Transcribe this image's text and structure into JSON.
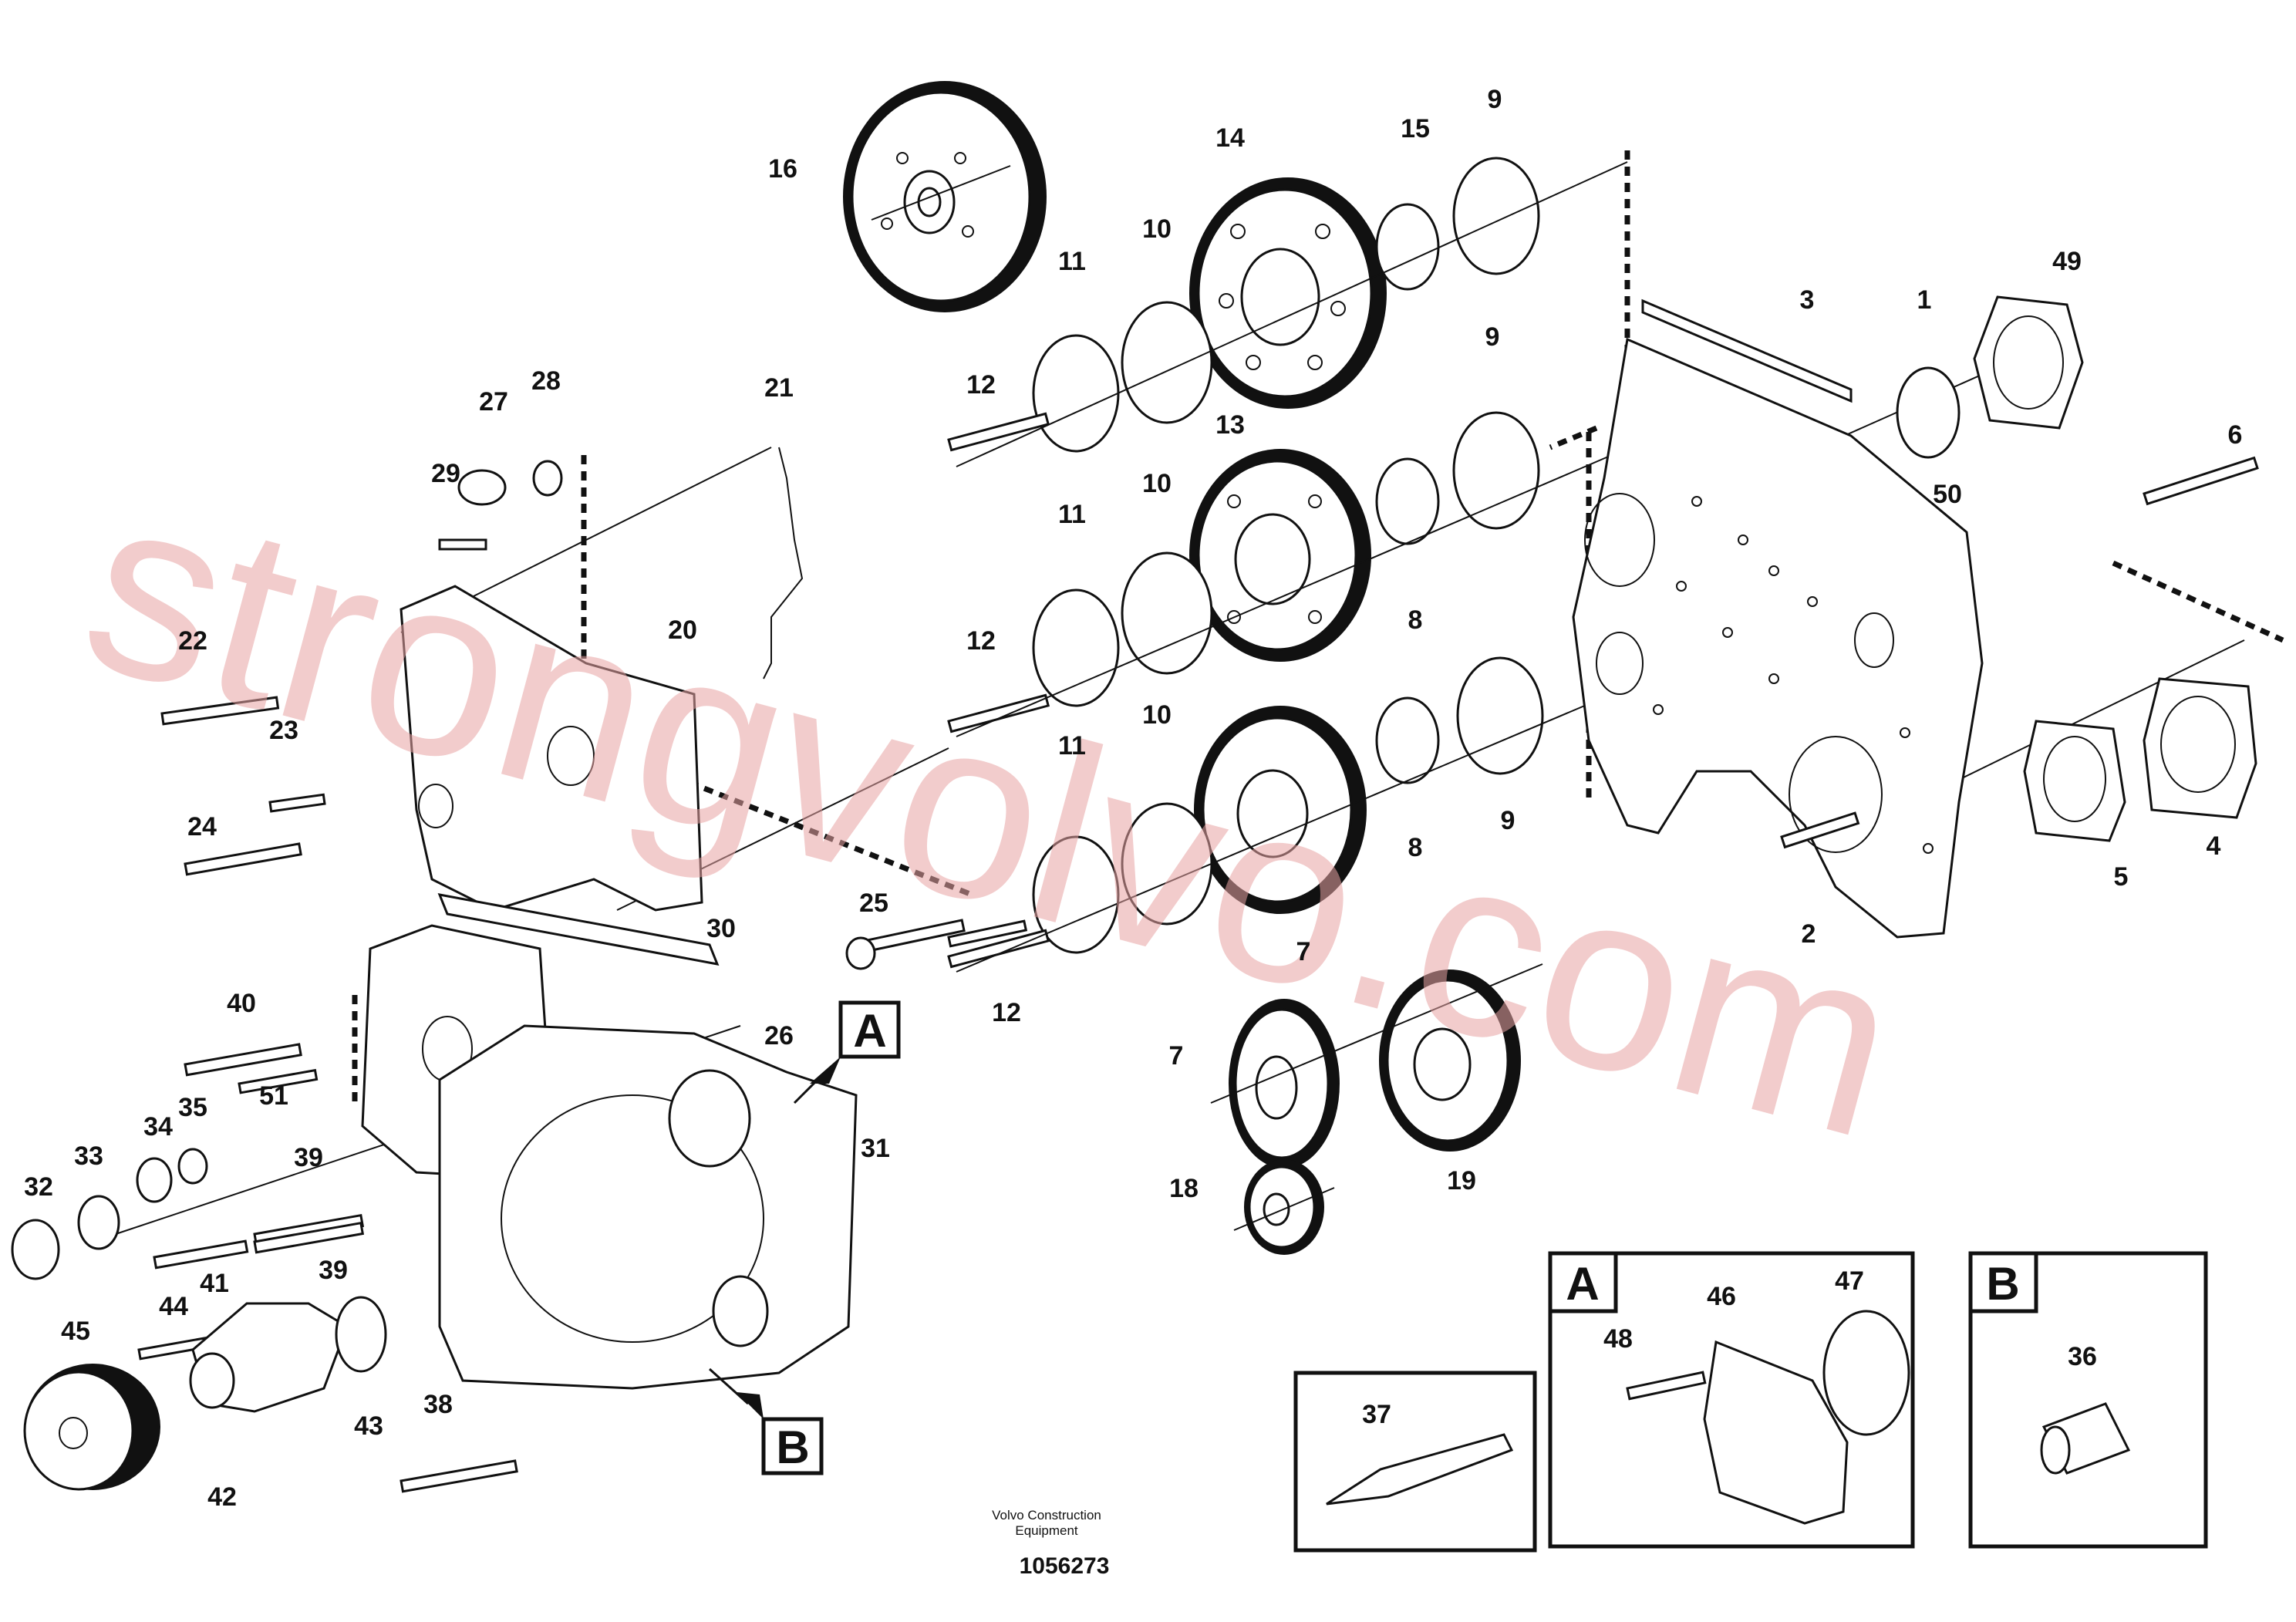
{
  "diagram": {
    "parts": [
      {
        "label": "1"
      },
      {
        "label": "2"
      },
      {
        "label": "3"
      },
      {
        "label": "4"
      },
      {
        "label": "5"
      },
      {
        "label": "6"
      },
      {
        "label": "7"
      },
      {
        "label": "7"
      },
      {
        "label": "8"
      },
      {
        "label": "8"
      },
      {
        "label": "9"
      },
      {
        "label": "9"
      },
      {
        "label": "9"
      },
      {
        "label": "10"
      },
      {
        "label": "10"
      },
      {
        "label": "10"
      },
      {
        "label": "11"
      },
      {
        "label": "11"
      },
      {
        "label": "11"
      },
      {
        "label": "12"
      },
      {
        "label": "12"
      },
      {
        "label": "12"
      },
      {
        "label": "13"
      },
      {
        "label": "14"
      },
      {
        "label": "15"
      },
      {
        "label": "16"
      },
      {
        "label": "18"
      },
      {
        "label": "19"
      },
      {
        "label": "20"
      },
      {
        "label": "21"
      },
      {
        "label": "22"
      },
      {
        "label": "23"
      },
      {
        "label": "24"
      },
      {
        "label": "25"
      },
      {
        "label": "26"
      },
      {
        "label": "27"
      },
      {
        "label": "28"
      },
      {
        "label": "29"
      },
      {
        "label": "30"
      },
      {
        "label": "31"
      },
      {
        "label": "32"
      },
      {
        "label": "33"
      },
      {
        "label": "34"
      },
      {
        "label": "35"
      },
      {
        "label": "36"
      },
      {
        "label": "37"
      },
      {
        "label": "38"
      },
      {
        "label": "39"
      },
      {
        "label": "39"
      },
      {
        "label": "40"
      },
      {
        "label": "41"
      },
      {
        "label": "42"
      },
      {
        "label": "43"
      },
      {
        "label": "44"
      },
      {
        "label": "45"
      },
      {
        "label": "46"
      },
      {
        "label": "47"
      },
      {
        "label": "48"
      },
      {
        "label": "49"
      },
      {
        "label": "50"
      },
      {
        "label": "51"
      }
    ],
    "callouts": [
      {
        "letter": "A"
      },
      {
        "letter": "B"
      }
    ],
    "detail_boxes": [
      {
        "letter": "A"
      },
      {
        "letter": "B"
      }
    ],
    "footer": {
      "company_line1": "Volvo Construction",
      "company_line2": "Equipment",
      "doc_number": "1056273"
    },
    "watermark": "strongvolvo.com"
  }
}
